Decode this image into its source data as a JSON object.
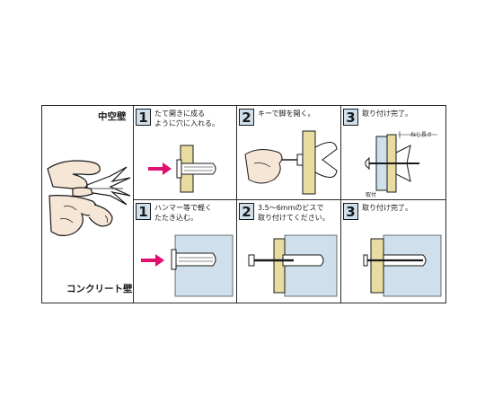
{
  "panels": {
    "hollow_wall_label": "中空壁",
    "concrete_wall_label": "コンクリート壁"
  },
  "hollow_steps": [
    {
      "num": "1",
      "text": "たて開きに成る\nように穴に入れる。"
    },
    {
      "num": "2",
      "text": "キーで脚を開く。"
    },
    {
      "num": "3",
      "text": "取り付け完了。",
      "annot_screw_length": "ねじ長さ",
      "annot_attach": "取付"
    }
  ],
  "concrete_steps": [
    {
      "num": "1",
      "text": "ハンマー等で軽く\nたたき込む。"
    },
    {
      "num": "2",
      "text": "3.5～6mmのビスで\n取り付けてください。"
    },
    {
      "num": "3",
      "text": "取り付け完了。"
    }
  ],
  "colors": {
    "step_badge": "#cfe0ec",
    "wood": "#e8dca0",
    "concrete": "#cfe0ec",
    "arrow": "#e0106e",
    "skin": "#f6e6d6"
  }
}
